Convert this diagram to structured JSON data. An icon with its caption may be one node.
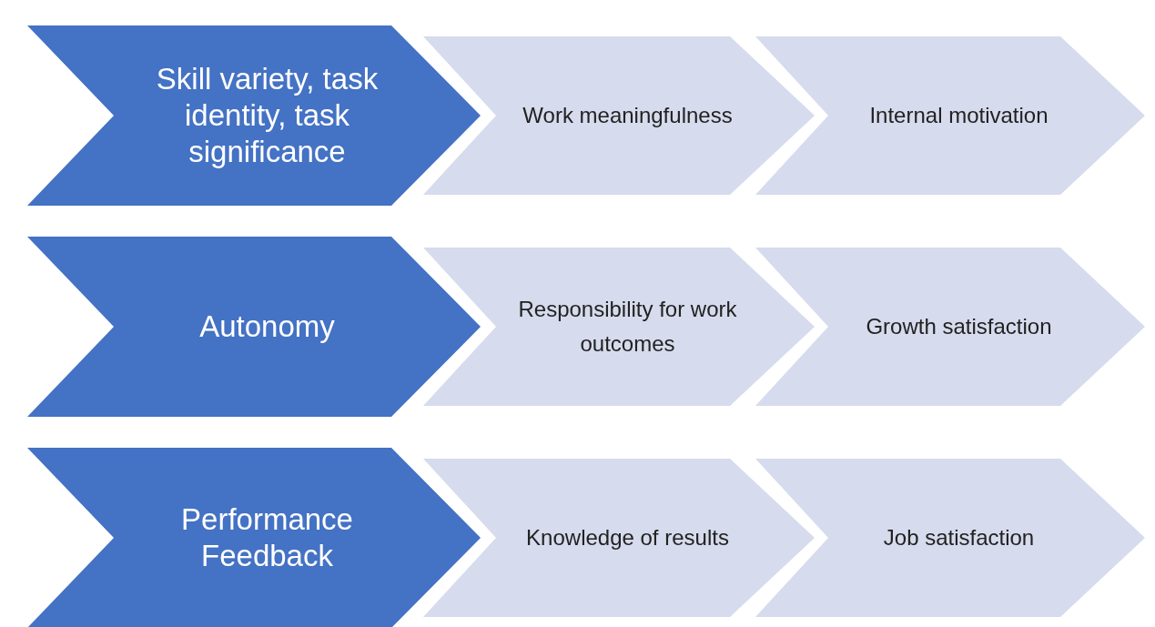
{
  "diagram": {
    "nodes": [
      {
        "text": [
          "Skill variety, task identity, task significance"
        ]
      },
      {
        "text": [
          "Work meaningfulness"
        ]
      },
      {
        "text": [
          "Internal motivation"
        ]
      },
      {
        "text": [
          "Autonomy"
        ]
      },
      {
        "text": [
          "Responsibility for work outcomes"
        ]
      },
      {
        "text": [
          "Growth satisfaction"
        ]
      },
      {
        "text": [
          "Performance Feedback"
        ]
      },
      {
        "text": [
          "Knowledge of results"
        ]
      },
      {
        "text": [
          "Job satisfaction"
        ]
      }
    ]
  }
}
